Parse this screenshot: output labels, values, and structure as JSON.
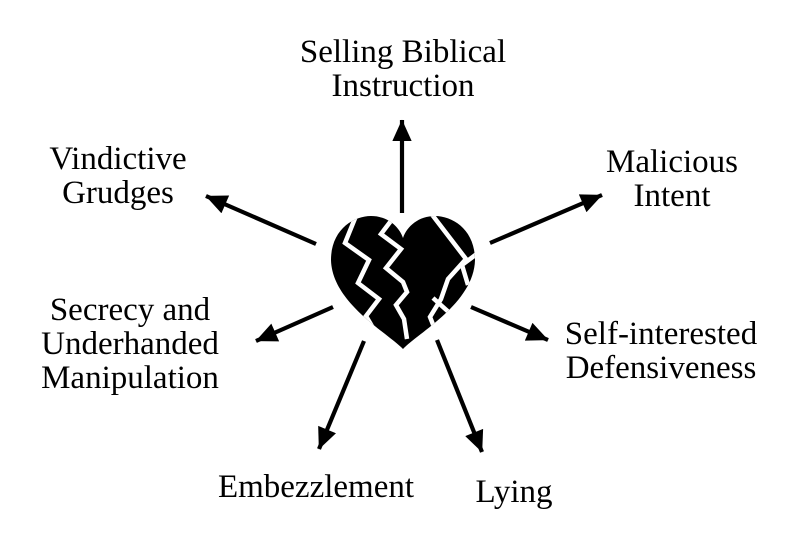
{
  "diagram": {
    "type": "radial",
    "background_color": "#ffffff",
    "ink_color": "#000000",
    "center": {
      "icon": "broken-heart-icon"
    },
    "nodes": [
      {
        "id": "selling-biblical-instruction",
        "direction": "top",
        "lines": [
          "Selling Biblical",
          "Instruction"
        ]
      },
      {
        "id": "vindictive-grudges",
        "direction": "upper-left",
        "lines": [
          "Vindictive",
          "Grudges"
        ]
      },
      {
        "id": "malicious-intent",
        "direction": "upper-right",
        "lines": [
          "Malicious",
          "Intent"
        ]
      },
      {
        "id": "secrecy-underhanded-manipulation",
        "direction": "lower-left",
        "lines": [
          "Secrecy and",
          "Underhanded",
          "Manipulation"
        ]
      },
      {
        "id": "self-interested-defensiveness",
        "direction": "lower-right",
        "lines": [
          "Self-interested",
          "Defensiveness"
        ]
      },
      {
        "id": "embezzlement",
        "direction": "bottom-left",
        "lines": [
          "Embezzlement"
        ]
      },
      {
        "id": "lying",
        "direction": "bottom-right",
        "lines": [
          "Lying"
        ]
      }
    ]
  }
}
